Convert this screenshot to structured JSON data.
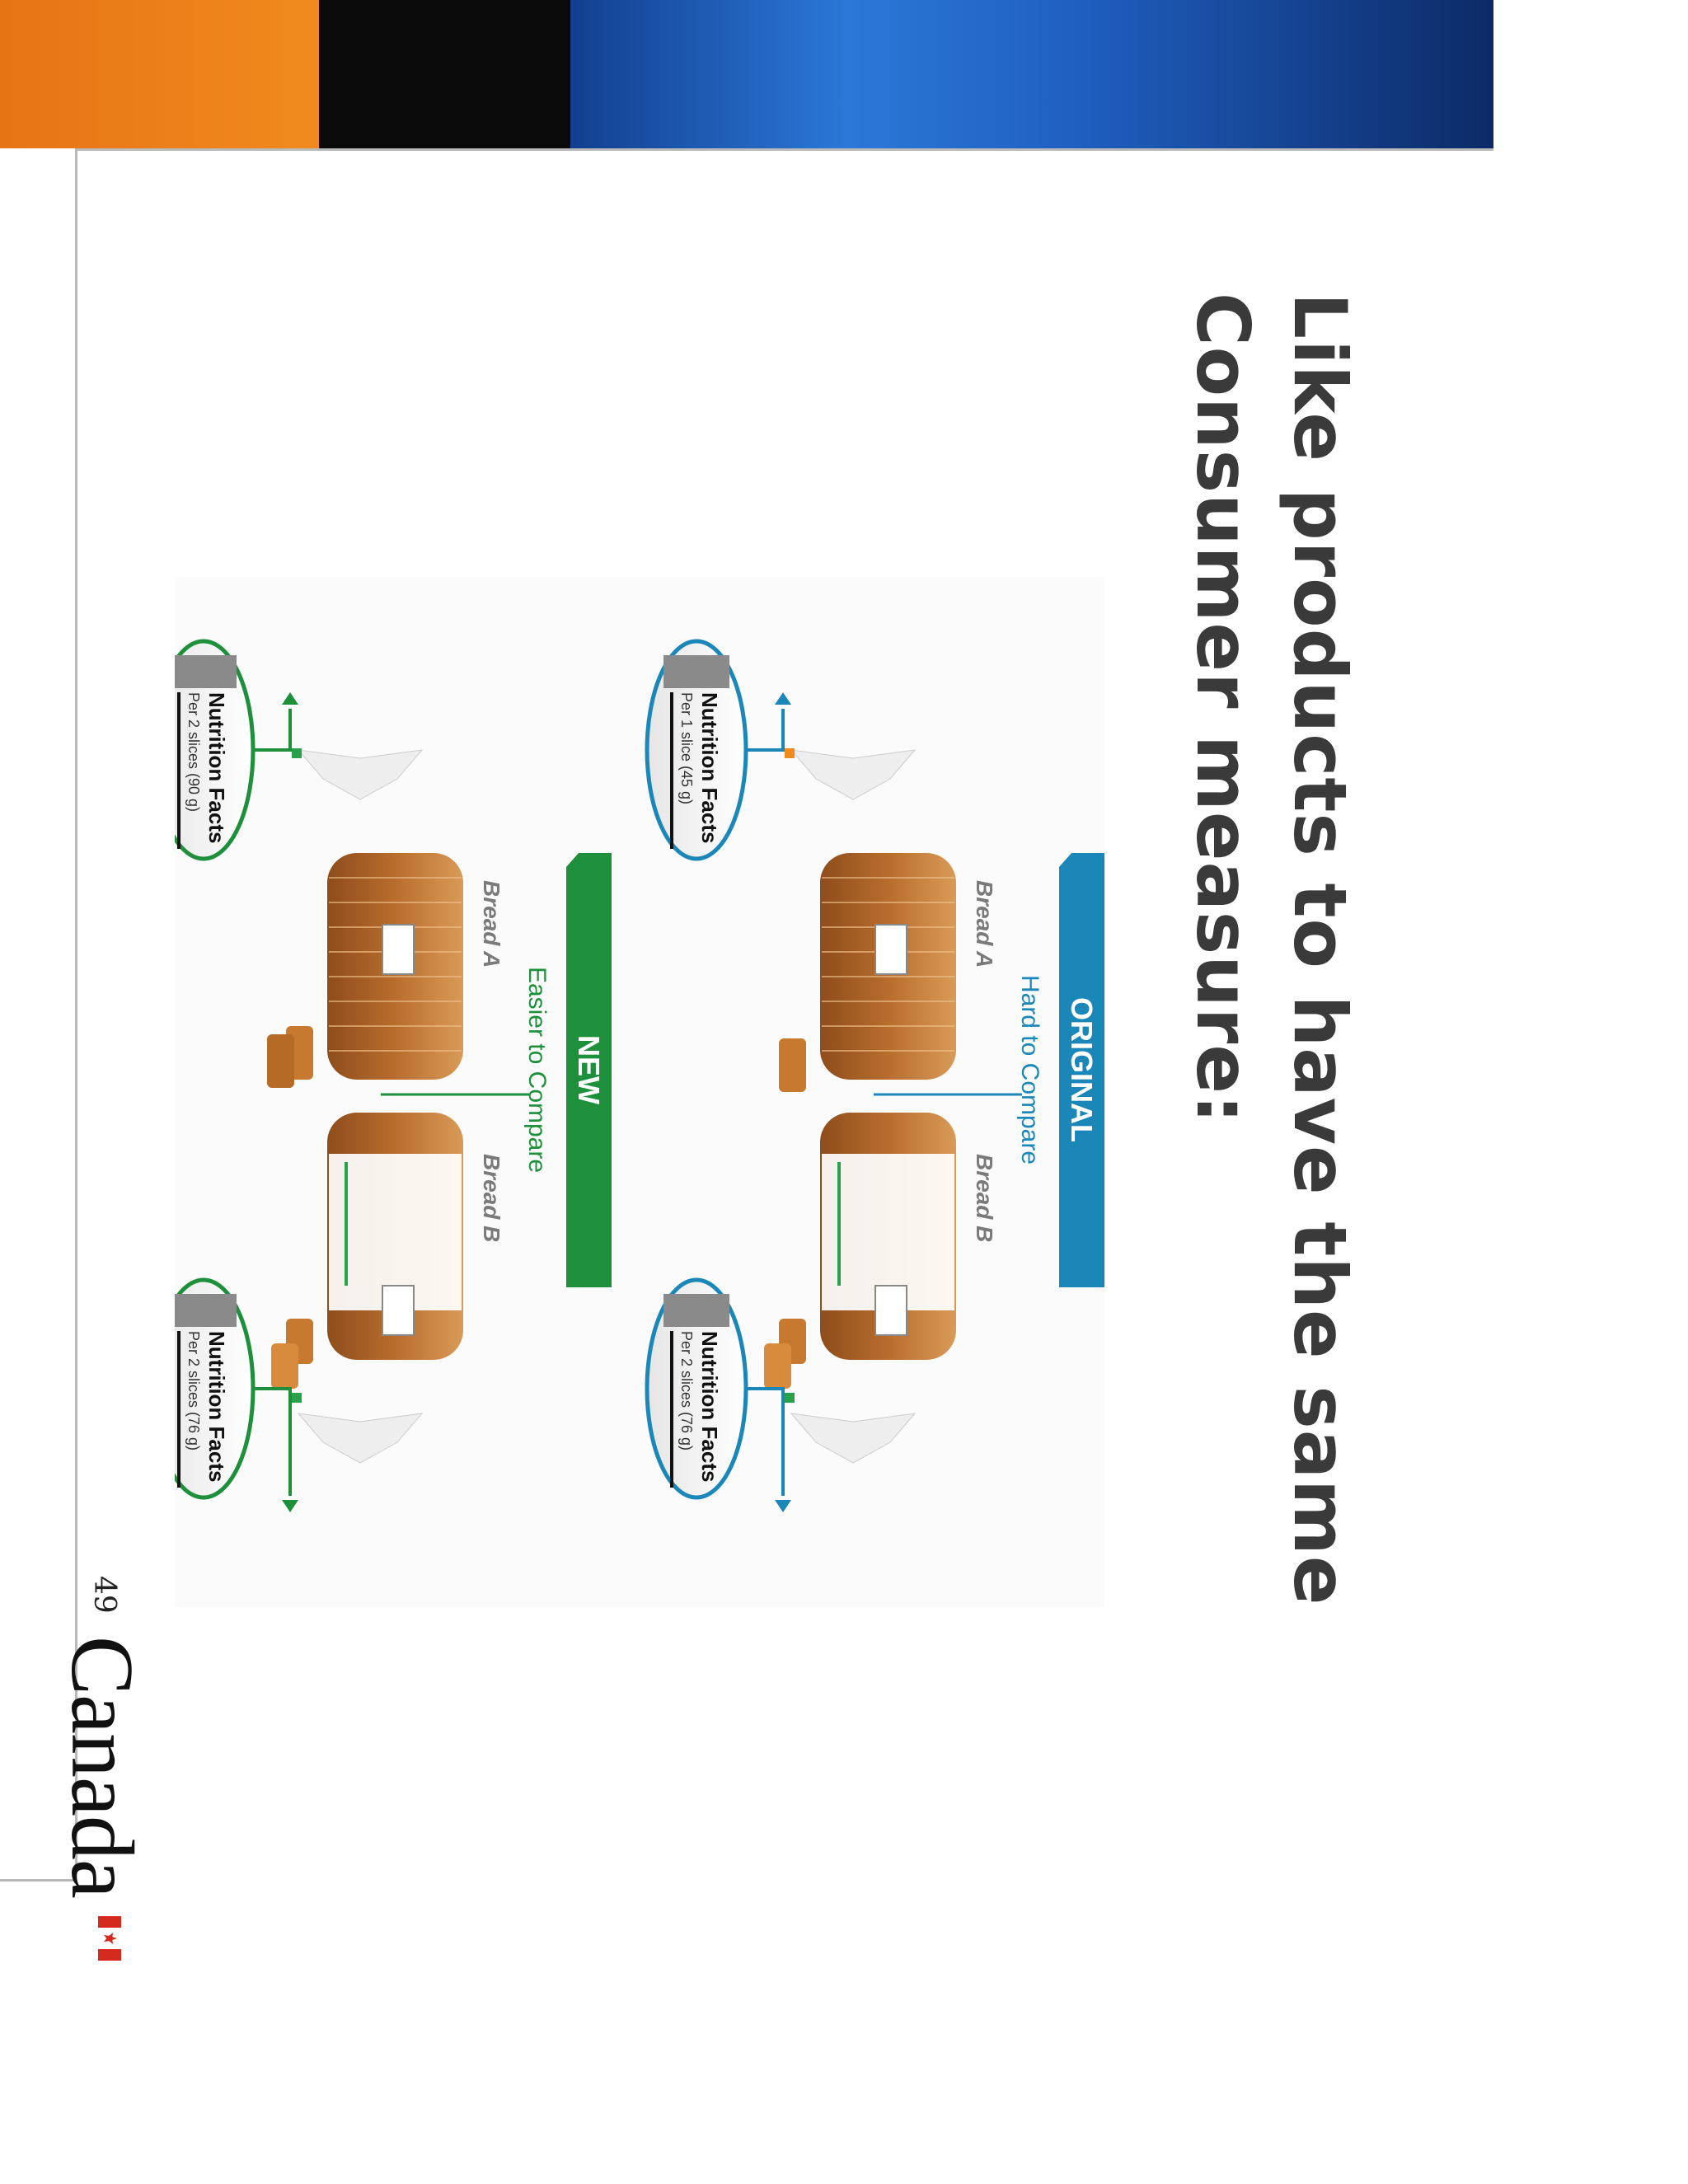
{
  "slide": {
    "title_line1": "Like products to have the same",
    "title_line2": "Consumer measure:",
    "page_number": "49",
    "wordmark": "Canada"
  },
  "figure": {
    "original": {
      "banner": "ORIGINAL",
      "subtitle": "Hard to Compare",
      "bread_a": "Bread A",
      "bread_b": "Bread B",
      "label_a_heading": "Nutrition Facts",
      "label_a_serving": "Per 1 slice (45 g)",
      "label_b_heading": "Nutrition Facts",
      "label_b_serving": "Per 2 slices (76 g)"
    },
    "new": {
      "banner": "NEW",
      "subtitle": "Easier to Compare",
      "bread_a": "Bread A",
      "bread_b": "Bread B",
      "label_a_heading": "Nutrition Facts",
      "label_a_serving": "Per 2 slices (90 g)",
      "label_b_heading": "Nutrition Facts",
      "label_b_serving": "Per 2 slices (76 g)"
    }
  },
  "colors": {
    "original_blue": "#1b87b8",
    "new_green": "#1e8f3a",
    "bread_brown": "#b06a2a",
    "accent_orange": "#f08a1e",
    "band_black": "#0a0a0a",
    "band_blue": "#1f5fc0"
  }
}
